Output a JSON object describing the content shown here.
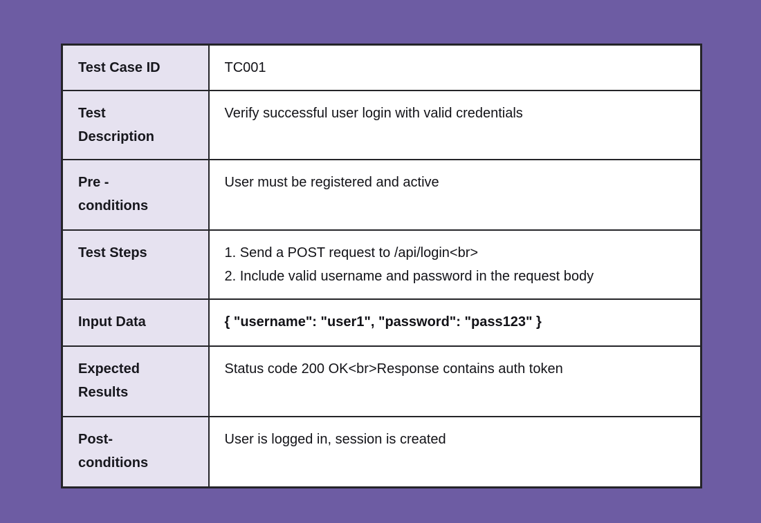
{
  "colors": {
    "page_background": "#6d5ca3",
    "label_cell_background": "#e6e2f0",
    "value_cell_background": "#ffffff",
    "border": "#242428",
    "text": "#16161c"
  },
  "table": {
    "rows": [
      {
        "label": "Test Case ID",
        "value": "TC001"
      },
      {
        "label": "Test\nDescription",
        "value": "Verify successful user login with valid credentials"
      },
      {
        "label": "Pre -\nconditions",
        "value": "User must be registered and active"
      },
      {
        "label": "Test Steps",
        "value": "1. Send a POST request to /api/login<br>\n2. Include valid username and password in the request body"
      },
      {
        "label": "Input Data",
        "value": "{ \"username\": \"user1\", \"password\": \"pass123\" }"
      },
      {
        "label": "Expected\nResults",
        "value": "Status code 200 OK<br>Response contains auth token"
      },
      {
        "label": "Post-\nconditions",
        "value": "User is logged in, session is created"
      }
    ]
  }
}
